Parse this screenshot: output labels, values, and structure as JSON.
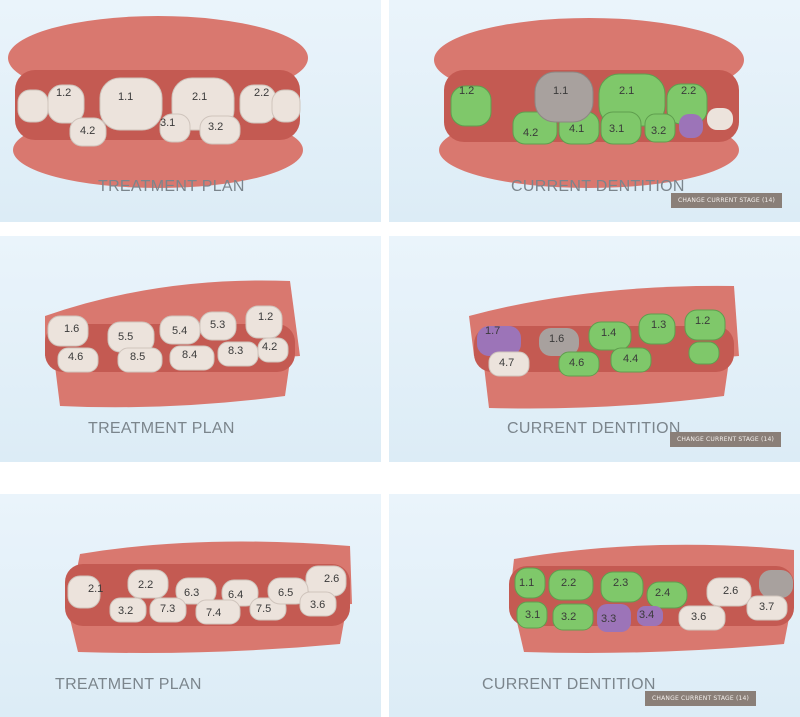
{
  "colors": {
    "gum": "#d9786f",
    "gum_dark": "#c45a52",
    "tooth_plan": "#ece3dc",
    "tooth_green": "#7fc86a",
    "tooth_gray": "#a8a19e",
    "tooth_purple": "#9c74b8",
    "panel_bg": "#e2eff7",
    "button_bg": "#8a7f78"
  },
  "rows": [
    {
      "plan": {
        "label": "TREATMENT PLAN",
        "teeth": [
          "1.2",
          "1.1",
          "2.1",
          "2.2",
          "4.2",
          "3.1",
          "3.2"
        ]
      },
      "current": {
        "label": "CURRENT DENTITION",
        "button": "CHANGE CURRENT STAGE (14)",
        "teeth": [
          "1.2",
          "1.1",
          "2.1",
          "2.2",
          "4.2",
          "4.1",
          "3.1",
          "3.2"
        ]
      }
    },
    {
      "plan": {
        "label": "TREATMENT PLAN",
        "teeth": [
          "1.6",
          "5.5",
          "5.4",
          "5.3",
          "1.2",
          "4.6",
          "8.5",
          "8.4",
          "8.3",
          "4.2"
        ]
      },
      "current": {
        "label": "CURRENT DENTITION",
        "button": "CHANGE CURRENT STAGE (14)",
        "teeth": [
          "1.7",
          "1.6",
          "1.4",
          "1.3",
          "1.2",
          "4.7",
          "4.6",
          "4.4"
        ]
      }
    },
    {
      "plan": {
        "label": "TREATMENT PLAN",
        "teeth": [
          "2.1",
          "2.2",
          "6.3",
          "6.4",
          "2.6",
          "3.2",
          "7.3",
          "7.4",
          "7.5",
          "6.5",
          "3.6"
        ]
      },
      "current": {
        "label": "CURRENT DENTITION",
        "button": "CHANGE CURRENT STAGE (14)",
        "teeth": [
          "1.1",
          "2.2",
          "2.3",
          "2.4",
          "2.6",
          "3.1",
          "3.2",
          "3.3",
          "3.4",
          "3.6",
          "3.7"
        ]
      }
    }
  ]
}
